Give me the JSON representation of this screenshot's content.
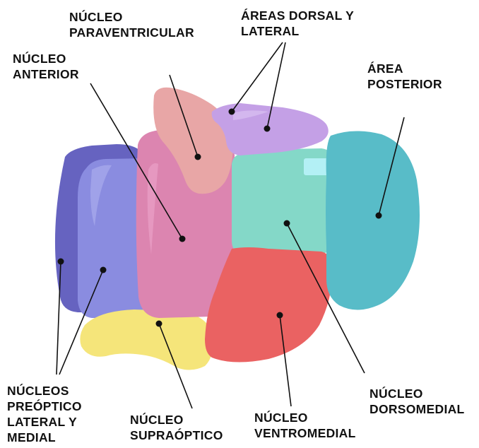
{
  "colors": {
    "lateral_preoptic": "#6663c0",
    "medial_preoptic": "#8a8ce0",
    "anterior": "#dc85b0",
    "paraventricular": "#e8a6a6",
    "dorsal_lateral": "#c4a0e6",
    "dorsomedial": "#84d8c8",
    "posterior": "#58bcc8",
    "ventromedial": "#ea6262",
    "supraoptic": "#f5e57a",
    "marker": "#111111"
  },
  "labels": {
    "paraventricular": [
      "NÚCLEO",
      "PARAVENTRICULAR"
    ],
    "dorsal_lateral": [
      "ÁREAS DORSAL Y",
      "LATERAL"
    ],
    "anterior": [
      "NÚCLEO",
      "ANTERIOR"
    ],
    "posterior": [
      "ÁREA",
      "POSTERIOR"
    ],
    "preoptic": [
      "NÚCLEOS",
      "PREÓPTICO",
      "LATERAL Y",
      "MEDIAL"
    ],
    "supraoptic": [
      "NÚCLEO",
      "SUPRAÓPTICO"
    ],
    "ventromedial": [
      "NÚCLEO",
      "VENTROMEDIAL"
    ],
    "dorsomedial": [
      "NÚCLEO",
      "DORSOMEDIAL"
    ]
  }
}
